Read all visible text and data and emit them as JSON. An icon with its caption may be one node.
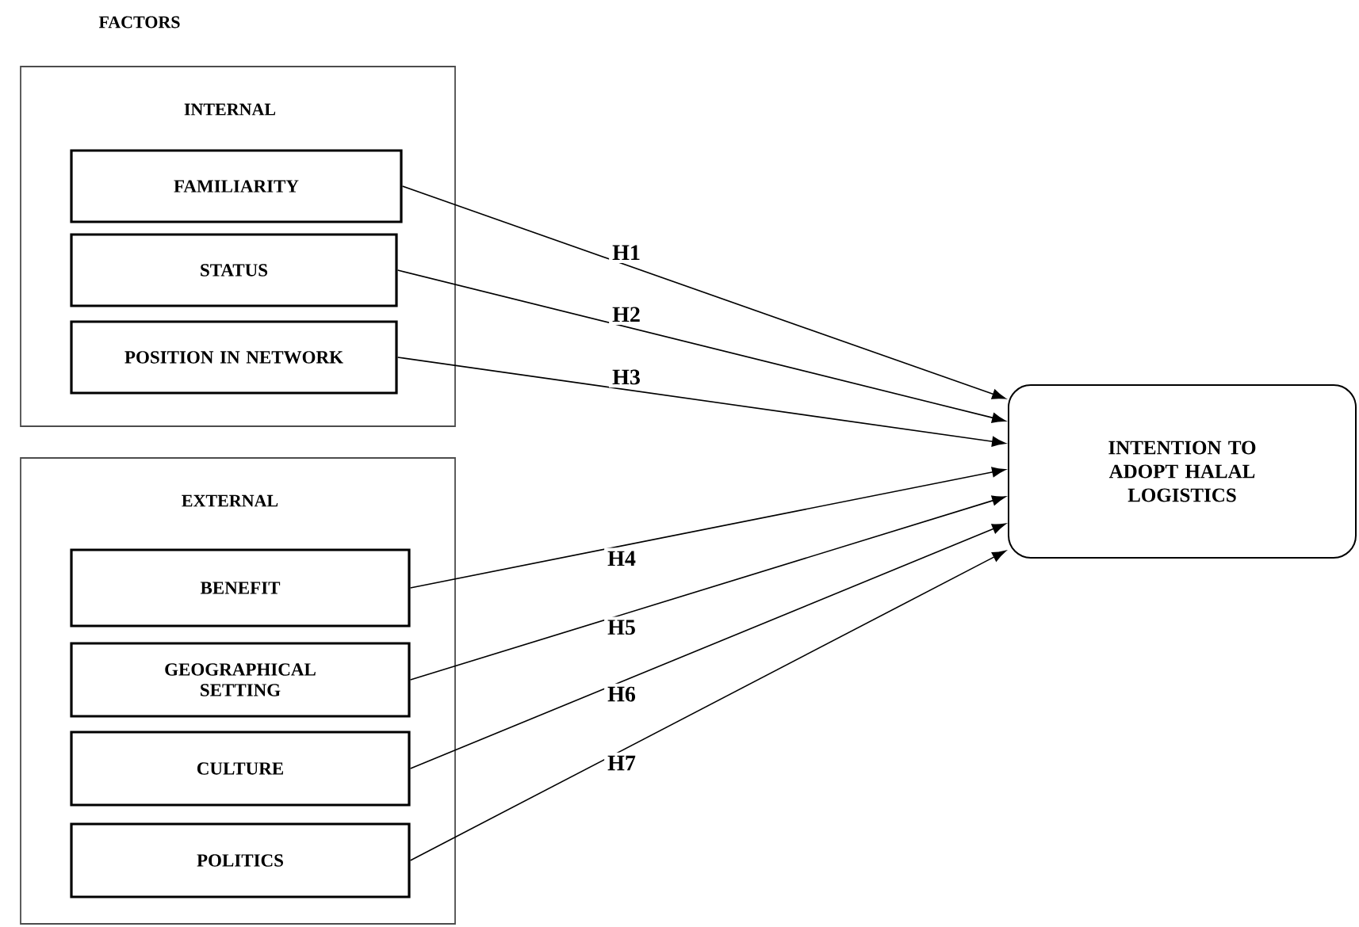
{
  "diagram": {
    "title": "FACTORS",
    "nodes": [
      {
        "text": [
          "INTERNAL"
        ]
      },
      {
        "text": [
          "FAMILIARITY"
        ],
        "in": 0
      },
      {
        "text": [
          "STATUS"
        ],
        "in": 0
      },
      {
        "text": [
          "POSITION IN NETWORK"
        ],
        "in": 0
      },
      {
        "text": [
          "EXTERNAL"
        ]
      },
      {
        "text": [
          "BENEFIT"
        ],
        "in": 4
      },
      {
        "text": [
          "GEOGRAPHICAL SETTING"
        ],
        "in": 4
      },
      {
        "text": [
          "CULTURE"
        ],
        "in": 4
      },
      {
        "text": [
          "POLITICS"
        ],
        "in": 4
      },
      {
        "text": [
          "INTENTION TO ADOPT HALAL LOGISTICS"
        ]
      }
    ],
    "edges": [
      {
        "from": 1,
        "to": 9,
        "arrow": "to",
        "label": "H1"
      },
      {
        "from": 2,
        "to": 9,
        "arrow": "to",
        "label": "H2"
      },
      {
        "from": 3,
        "to": 9,
        "arrow": "to",
        "label": "H3"
      },
      {
        "from": 5,
        "to": 9,
        "arrow": "to",
        "label": "H4"
      },
      {
        "from": 6,
        "to": 9,
        "arrow": "to",
        "label": "H5"
      },
      {
        "from": 7,
        "to": 9,
        "arrow": "to",
        "label": "H6"
      },
      {
        "from": 8,
        "to": 9,
        "arrow": "to",
        "label": "H7"
      }
    ]
  }
}
